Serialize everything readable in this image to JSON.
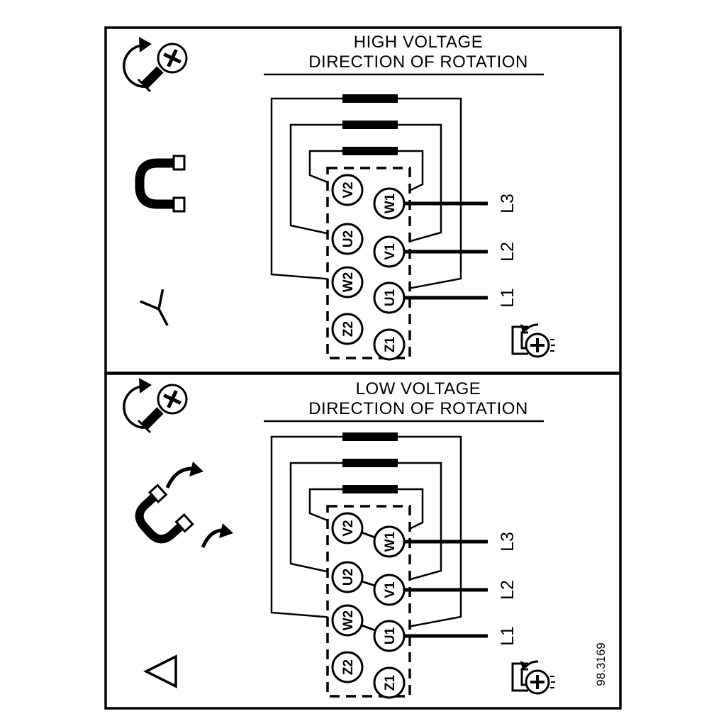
{
  "document": {
    "part_number": "98.3169",
    "colors": {
      "ink": "#000000",
      "paper": "#ffffff"
    }
  },
  "panels": [
    {
      "id": "high-voltage",
      "title_line1": "HIGH VOLTAGE",
      "title_line2": "DIRECTION OF ROTATION",
      "connection_symbol": "star",
      "terminals": {
        "v2": "V2",
        "w1": "W1",
        "u2": "U2",
        "v1": "V1",
        "w2": "W2",
        "u1": "U1",
        "z2": "Z2",
        "z1": "Z1"
      },
      "supply_lines": {
        "l3": "L3",
        "l2": "L2",
        "l1": "L1"
      }
    },
    {
      "id": "low-voltage",
      "title_line1": "LOW VOLTAGE",
      "title_line2": "DIRECTION OF ROTATION",
      "connection_symbol": "delta",
      "terminals": {
        "v2": "V2",
        "w1": "W1",
        "u2": "U2",
        "v1": "V1",
        "w2": "W2",
        "u1": "U1",
        "z2": "Z2",
        "z1": "Z1"
      },
      "supply_lines": {
        "l3": "L3",
        "l2": "L2",
        "l1": "L1"
      }
    }
  ]
}
